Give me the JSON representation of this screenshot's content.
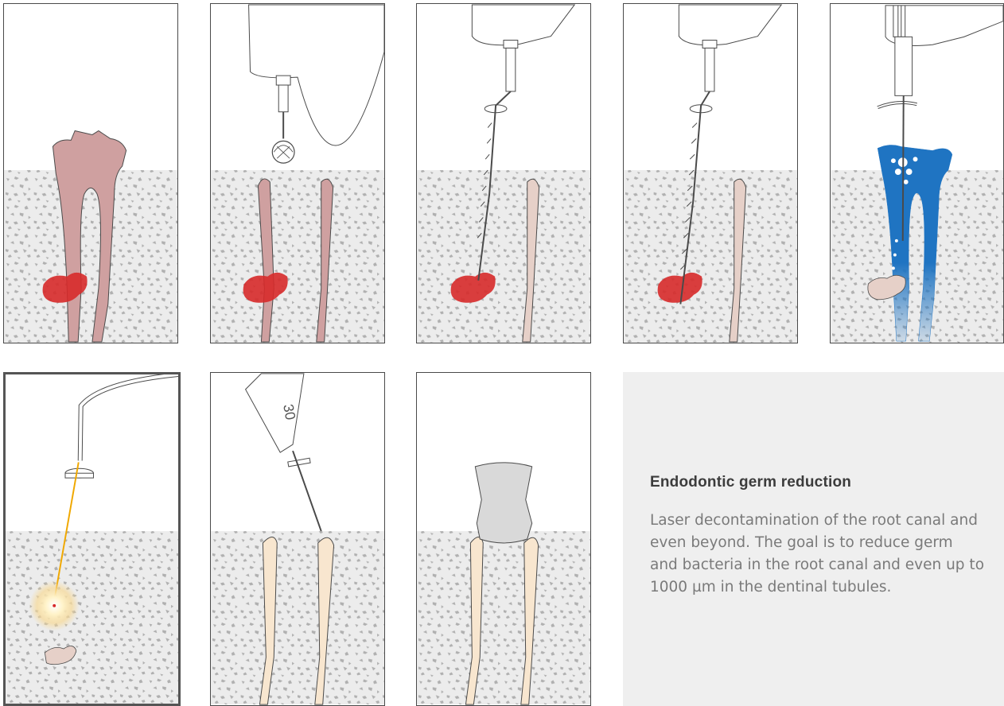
{
  "steps": [
    {
      "id": 1,
      "stage": "inflamed-pulp",
      "icon": "tooth-inflamed-pulp-icon"
    },
    {
      "id": 2,
      "stage": "access-cavity-bur",
      "icon": "bur-handpiece-icon"
    },
    {
      "id": 3,
      "stage": "canal-instrumentation",
      "icon": "endo-file-icon"
    },
    {
      "id": 4,
      "stage": "full-length-shaping",
      "icon": "endo-file-icon"
    },
    {
      "id": 5,
      "stage": "irrigation",
      "icon": "irrigation-needle-icon"
    },
    {
      "id": 6,
      "stage": "laser-decontamination",
      "icon": "laser-fiber-icon",
      "active": true
    },
    {
      "id": 7,
      "stage": "obturation",
      "icon": "syringe-icon",
      "syringe_label": "30"
    },
    {
      "id": 8,
      "stage": "final-restoration",
      "icon": "restored-tooth-icon"
    }
  ],
  "info": {
    "title": "Endodontic germ reduction",
    "body": "Laser decontamination of the root canal and even beyond. The goal is to reduce germ and bacteria in the root canal and even up to 1000 µm in the dentinal tubules."
  },
  "colors": {
    "gum": "#e6d0c8",
    "bone_bg": "#ececec",
    "bone_speckle": "#b0b0b0",
    "enamel": "#ffffff",
    "dentin": "#f1f1f1",
    "pulp_infected": "#cfa0a0",
    "lesion": "#d72a2a",
    "irrigant": "#1f74c2",
    "laser": "#f0a800",
    "filling": "#f8e6cf",
    "restoration": "#d9d9d9",
    "outline": "#4a4a4a"
  }
}
